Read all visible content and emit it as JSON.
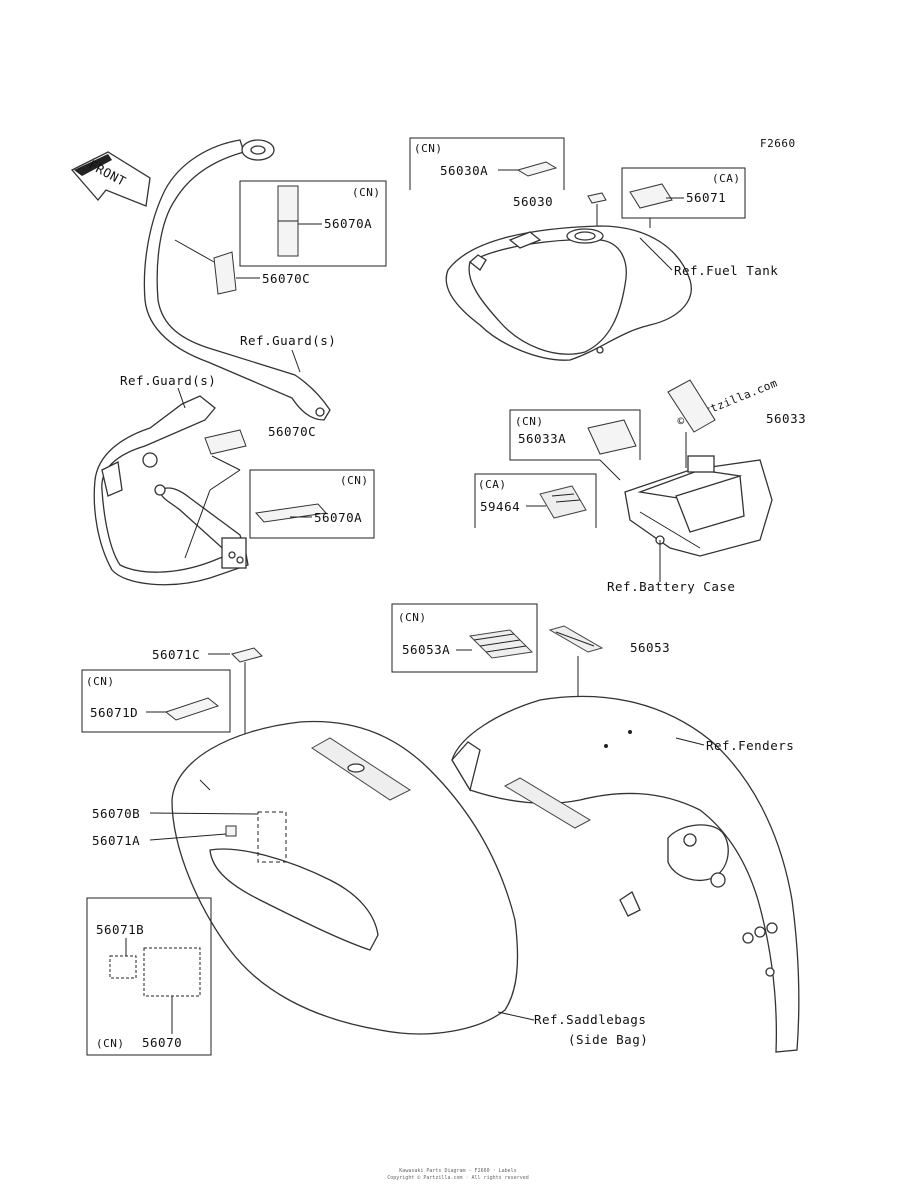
{
  "figure_code": "F2660",
  "front_label": "FRONT",
  "watermark": "© Partzilla.com",
  "footer": {
    "line1": "Kawasaki Parts Diagram · F2660 · Labels",
    "line2": "Copyright © Partzilla.com · All rights reserved"
  },
  "parts": {
    "p56070A_top": "56070A",
    "p56070C_top": "56070C",
    "p56070C_mid": "56070C",
    "p56070A_mid": "56070A",
    "p56030A": "56030A",
    "p56030": "56030",
    "p56071": "56071",
    "p56033A": "56033A",
    "p56033": "56033",
    "p59464": "59464",
    "p56071C": "56071C",
    "p56071D": "56071D",
    "p56053A": "56053A",
    "p56053": "56053",
    "p56070B": "56070B",
    "p56071A": "56071A",
    "p56071B": "56071B",
    "p56070": "56070"
  },
  "region_tags": {
    "cn": "(CN)",
    "ca": "(CA)"
  },
  "refs": {
    "guard_upper": "Ref.Guard(s)",
    "guard_lower": "Ref.Guard(s)",
    "fuel_tank": "Ref.Fuel Tank",
    "battery_case": "Ref.Battery Case",
    "fenders": "Ref.Fenders",
    "saddlebags": "Ref.Saddlebags",
    "side_bag": "(Side Bag)"
  }
}
